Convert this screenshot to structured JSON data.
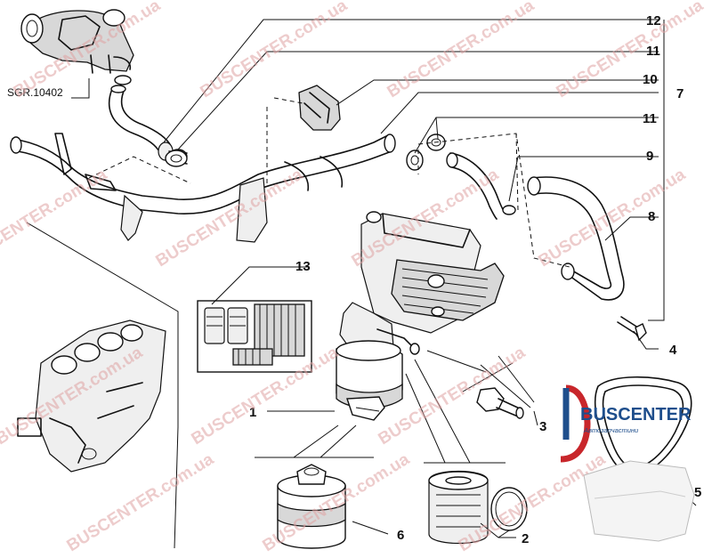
{
  "diagram": {
    "reference_label": "SGR.10402",
    "callouts": [
      {
        "id": "c12",
        "label": "12"
      },
      {
        "id": "c11a",
        "label": "11"
      },
      {
        "id": "c10",
        "label": "10"
      },
      {
        "id": "c7",
        "label": "7"
      },
      {
        "id": "c11b",
        "label": "11"
      },
      {
        "id": "c9",
        "label": "9"
      },
      {
        "id": "c8",
        "label": "8"
      },
      {
        "id": "c13",
        "label": "13"
      },
      {
        "id": "c4",
        "label": "4"
      },
      {
        "id": "c1",
        "label": "1"
      },
      {
        "id": "c3",
        "label": "3"
      },
      {
        "id": "c5",
        "label": "5"
      },
      {
        "id": "c6",
        "label": "6"
      },
      {
        "id": "c2",
        "label": "2"
      }
    ]
  },
  "watermark": {
    "text": "BUSCENTER.com.ua",
    "color": "#e0a3a3"
  },
  "brand": {
    "name": "BUSCENTER",
    "tagline": "Автозапчастини",
    "accent_color": "#c8262b",
    "secondary_color": "#1e4e8c"
  }
}
